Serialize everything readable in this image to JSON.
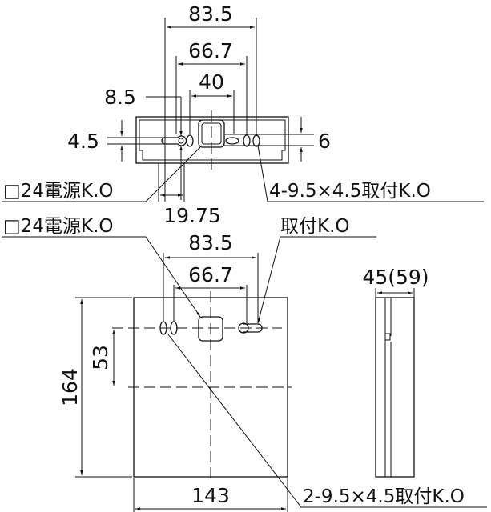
{
  "drawing": {
    "type": "technical dimension drawing",
    "line_color": "#111111",
    "background": "#ffffff",
    "top_view": {
      "dim_83_5": "83.5",
      "dim_66_7": "66.7",
      "dim_40": "40",
      "dim_8_5": "8.5",
      "dim_4_5": "4.5",
      "dim_6": "6",
      "dim_19_75": "19.75",
      "label_power_ko": "□24電源K.O",
      "label_mount_holes": "4-9.5×4.5取付K.O"
    },
    "front_view": {
      "label_power_ko": "□24電源K.O",
      "label_mount_ko": "取付K.O",
      "dim_83_5": "83.5",
      "dim_66_7": "66.7",
      "dim_53": "53",
      "dim_164": "164",
      "dim_143": "143",
      "label_mount_holes": "2-9.5×4.5取付K.O"
    },
    "side_view": {
      "dim_depth": "45(59)"
    }
  }
}
